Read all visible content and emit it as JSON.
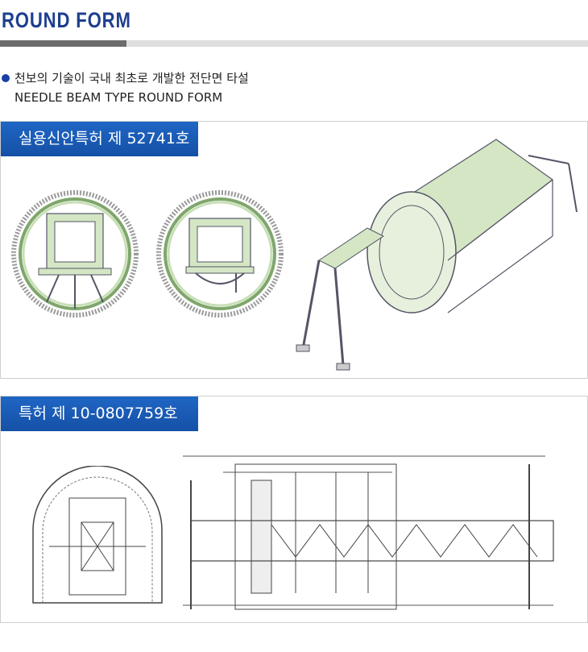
{
  "header": {
    "title": "ROUND   FORM"
  },
  "intro": {
    "line_ko": "천보의 기술이 국내 최초로 개발한 전단면 타설",
    "line_en": "NEEDLE BEAM TYPE ROUND FORM"
  },
  "section1": {
    "label": "실용신안특허 제 52741호"
  },
  "section2": {
    "label": "특허 제 10-0807759호"
  },
  "colors": {
    "brand": "#1e3f8f",
    "tab": "#1f66c4",
    "model": "#d4e6c4"
  }
}
